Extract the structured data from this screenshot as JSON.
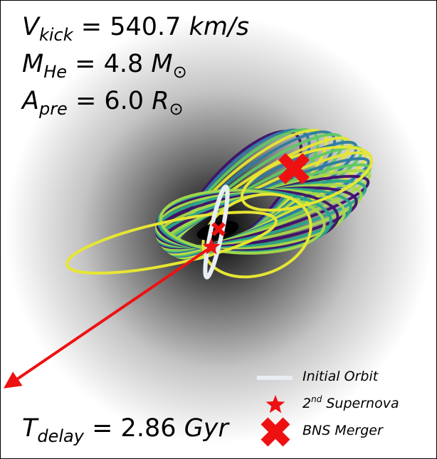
{
  "annotations": {
    "vkick": {
      "symbol": "V",
      "subscript": "kick",
      "value": "540.7",
      "unit": "km/s"
    },
    "mhe": {
      "symbol": "M",
      "subscript": "He",
      "value": "4.8",
      "unit": "M"
    },
    "apre": {
      "symbol": "A",
      "subscript": "pre",
      "value": "6.0",
      "unit": "R"
    },
    "tdelay": {
      "symbol": "T",
      "subscript": "delay",
      "value": "2.86",
      "unit": "Gyr"
    },
    "solar_symbol": "⊙"
  },
  "legend": {
    "initial_orbit": "Initial Orbit",
    "supernova_prefix": "2",
    "supernova_sup": "nd",
    "supernova_suffix": "Supernova",
    "merger": "BNS Merger"
  },
  "colors": {
    "kick_arrow": "#ee1111",
    "markers": "#ee1111",
    "initial_orbit": "#e8eef4",
    "orbit_palette": [
      "#40106a",
      "#2c7ba0",
      "#28a68a",
      "#5ec962",
      "#a8d94a",
      "#e6e633"
    ]
  },
  "icons": {
    "supernova_marker": "red-star-icon",
    "merger_marker": "red-x-icon"
  }
}
